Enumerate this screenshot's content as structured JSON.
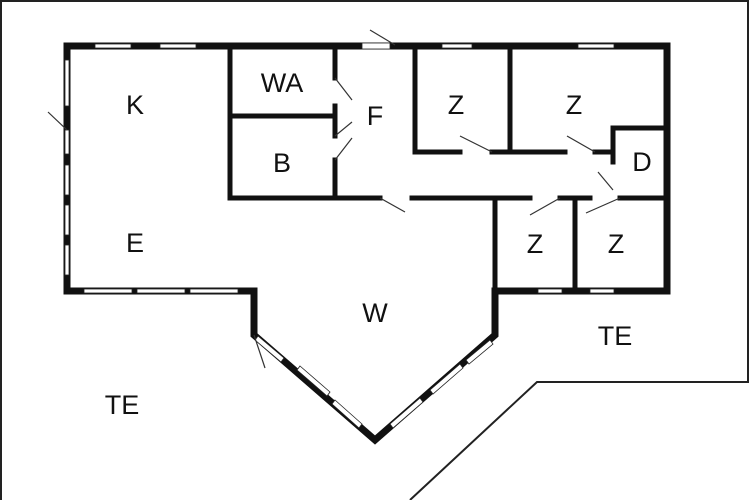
{
  "floorplan": {
    "rooms": {
      "kitchen": "K",
      "dining": "E",
      "washroom": "WA",
      "bath": "B",
      "hall": "F",
      "bedroom_1": "Z",
      "bedroom_2": "Z",
      "shower": "D",
      "bedroom_3": "Z",
      "bedroom_4": "Z",
      "living": "W",
      "terrace_right": "TE",
      "terrace_left": "TE"
    },
    "colors": {
      "wall": "#111111",
      "background": "#ffffff",
      "line": "#222222"
    }
  }
}
